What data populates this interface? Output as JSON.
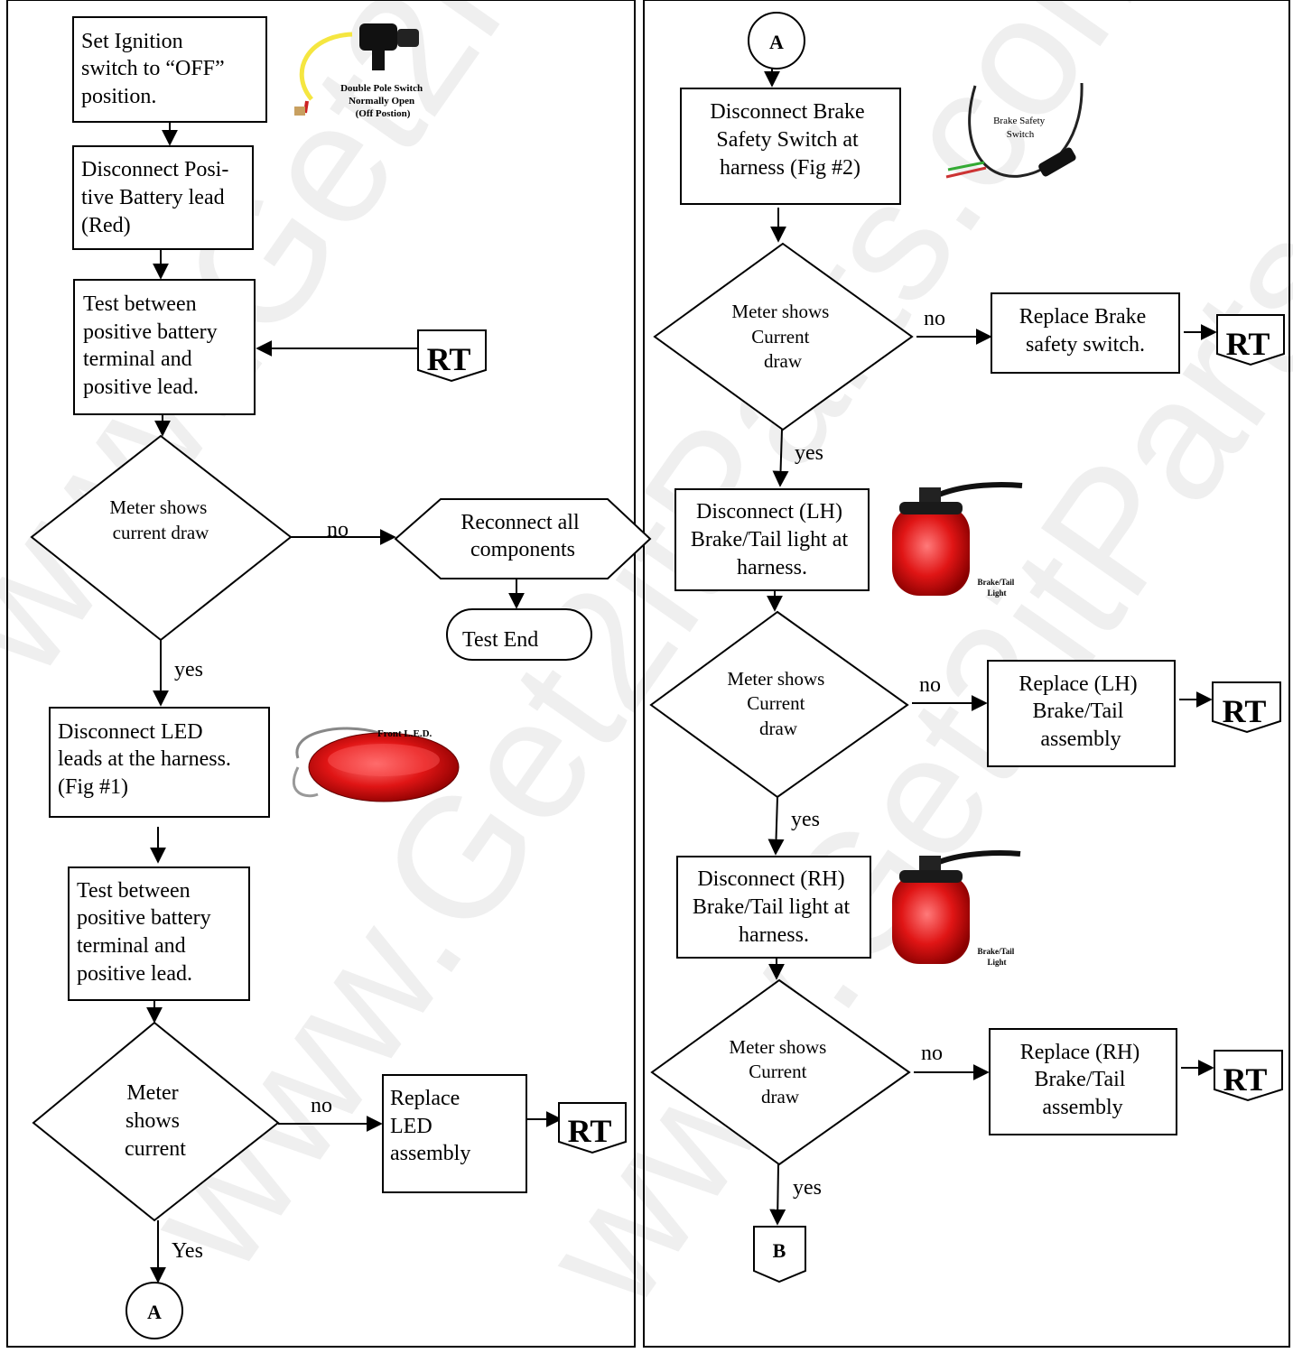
{
  "watermark": "www.Get2itParts.com",
  "left": {
    "step1": [
      "Set Ignition",
      "switch to “OFF”",
      "position."
    ],
    "img1_caption": [
      "Double Pole Switch",
      "Normally Open",
      "(Off Postion)"
    ],
    "step2": [
      "Disconnect Posi-",
      "tive Battery lead",
      "(Red)"
    ],
    "step3": [
      "Test between",
      "positive battery",
      "terminal and",
      "positive lead."
    ],
    "rt": "RT",
    "decision1": [
      "Meter shows",
      "current draw"
    ],
    "no": "no",
    "yes": "yes",
    "reconnect": [
      "Reconnect all",
      "components"
    ],
    "test_end": "Test End",
    "step4": [
      "Disconnect LED",
      "leads at the harness.",
      "(Fig #1)"
    ],
    "img2_caption": "Front L.E.D.",
    "step5": [
      "Test between",
      "positive battery",
      "terminal and",
      "positive lead."
    ],
    "decision2": [
      "Meter",
      "shows",
      "current"
    ],
    "replace_led": [
      "Replace",
      "LED",
      "assembly"
    ],
    "yes_cap": "Yes",
    "connector_a": "A"
  },
  "right": {
    "connector_a": "A",
    "step1": [
      "Disconnect Brake",
      "Safety Switch at",
      "harness (Fig #2)"
    ],
    "img1_caption": [
      "Brake Safety",
      "Switch"
    ],
    "decision1": [
      "Meter shows",
      "Current",
      "draw"
    ],
    "no": "no",
    "yes": "yes",
    "replace1": [
      "Replace Brake",
      "safety switch."
    ],
    "rt": "RT",
    "step2": [
      "Disconnect  (LH)",
      "Brake/Tail light at",
      "harness."
    ],
    "img2_caption": [
      "Brake/Tail",
      "Light"
    ],
    "decision2": [
      "Meter shows",
      "Current",
      "draw"
    ],
    "replace2": [
      "Replace   (LH)",
      "Brake/Tail",
      "assembly"
    ],
    "step3": [
      "Disconnect  (RH)",
      "Brake/Tail light at",
      "harness."
    ],
    "img3_caption": [
      "Brake/Tail",
      "Light"
    ],
    "decision3": [
      "Meter shows",
      "Current",
      "draw"
    ],
    "replace3": [
      "Replace   (RH)",
      "Brake/Tail",
      "assembly"
    ],
    "connector_b": "B"
  }
}
